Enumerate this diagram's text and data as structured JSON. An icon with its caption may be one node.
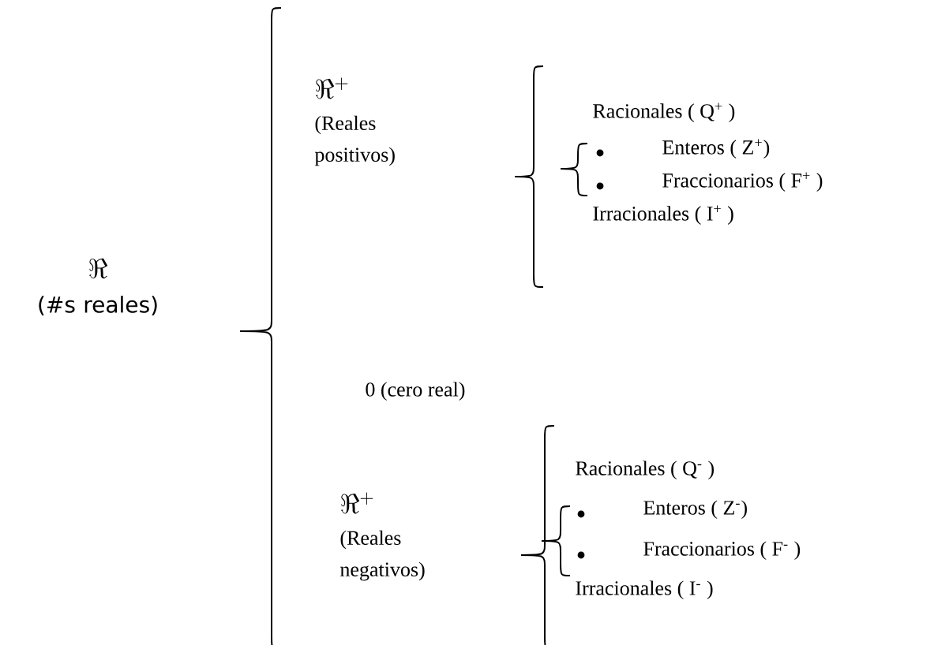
{
  "diagram": {
    "nodes": [
      {
        "text": [
          "\\Re",
          "(#s reales)"
        ]
      },
      {
        "text": [
          "\\Re^{+}",
          "(Reales positivos)"
        ]
      },
      {
        "text": [
          "0 (cero real)"
        ]
      },
      {
        "text": [
          "\\Re^{+}",
          "(Reales negativos)"
        ]
      },
      {
        "text": [
          "Racionales ( Q$^{+}$ )"
        ]
      },
      {
        "text": [
          "Enteros ( Z$^{+}$)"
        ]
      },
      {
        "text": [
          "Fraccionarios ( F$^{+}$ )"
        ]
      },
      {
        "text": [
          "Irracionales ( I$^{+}$ )"
        ]
      },
      {
        "text": [
          "Racionales ( Q$^{-}$ )"
        ]
      },
      {
        "text": [
          "Enteros ( Z$^{-}$)"
        ]
      },
      {
        "text": [
          "Fraccionarios ( F$^{-}$ )"
        ]
      },
      {
        "text": [
          "Irracionales ( I$^{-}$ )"
        ]
      }
    ]
  }
}
